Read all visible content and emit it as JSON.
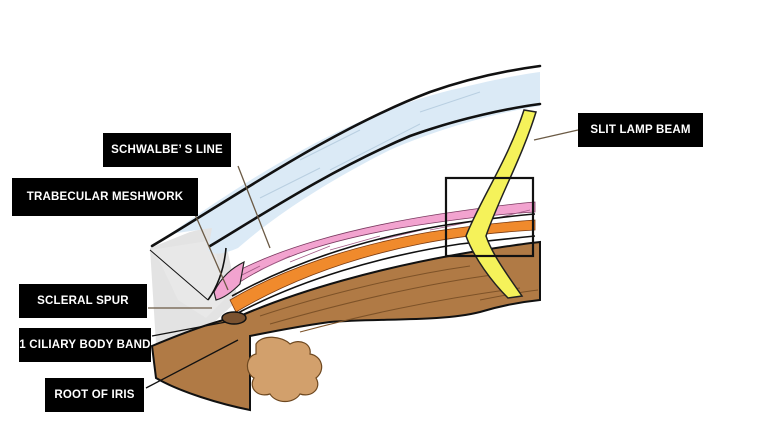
{
  "diagram": {
    "labels": {
      "schwalbes_line": "SCHWALBE’ S LINE",
      "trabecular_meshwork": "TRABECULAR MESHWORK",
      "scleral_spur": "SCLERAL SPUR",
      "ciliary_body_band": "1 CILIARY BODY BAND",
      "root_of_iris": "ROOT OF IRIS",
      "slit_lamp_beam": "SLIT LAMP BEAM"
    }
  },
  "colors": {
    "cornea": "#dbeaf6",
    "sclera": "#e3e3e3",
    "trabecular_pink": "#f2a3cf",
    "ciliary_orange": "#f08a2c",
    "iris_brown": "#b07a45",
    "iris_root_tan": "#d2a06c",
    "slit_beam_yellow": "#f5f25a",
    "label_bg": "#000000",
    "label_text": "#ffffff"
  }
}
